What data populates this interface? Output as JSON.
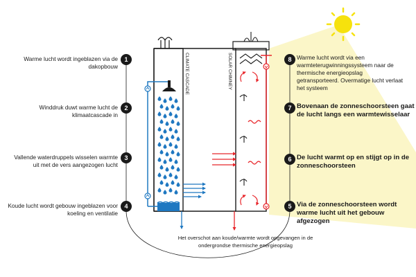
{
  "columns": {
    "left": "CLIMATE CASCADE",
    "right": "SOLAR CHIMNEY"
  },
  "steps": [
    {
      "n": "1",
      "text": "Warme lucht wordt ingeblazen via de dakopbouw"
    },
    {
      "n": "2",
      "text": "Winddruk duwt warme lucht de klimaatcascade in"
    },
    {
      "n": "3",
      "text": "Vallende waterdruppels wisselen warmte uit met de vers aangezogen lucht"
    },
    {
      "n": "4",
      "text": "Koude lucht wordt gebouw ingeblazen voor koeling en ventilatie"
    },
    {
      "n": "5",
      "text": "Via de zonneschoorsteen wordt warme lucht uit het gebouw afgezogen"
    },
    {
      "n": "6",
      "text": "De lucht warmt op en stijgt op in de zonneschoorsteen"
    },
    {
      "n": "7",
      "text": "Bovenaan de zonneschoorsteen gaat de lucht langs een warmtewisselaar"
    },
    {
      "n": "8",
      "text": "Warme lucht wordt via een warmteterugwinningssysteem naar de thermische energieopslag getransporteerd. Overmatige lucht verlaat het systeem"
    }
  ],
  "bottom_note": "Het overschot aan koude/warmte wordt opgevangen in de ondergrondse thermische energieopslag",
  "colors": {
    "water": "#1f78c1",
    "warm": "#e8262b",
    "sun": "#f6e20d",
    "sunbeam": "#fbf5c2",
    "line": "#1a1a1a"
  },
  "icons": [
    "sun-icon",
    "fan-icon",
    "water-drop-icon",
    "shower-head-icon"
  ]
}
